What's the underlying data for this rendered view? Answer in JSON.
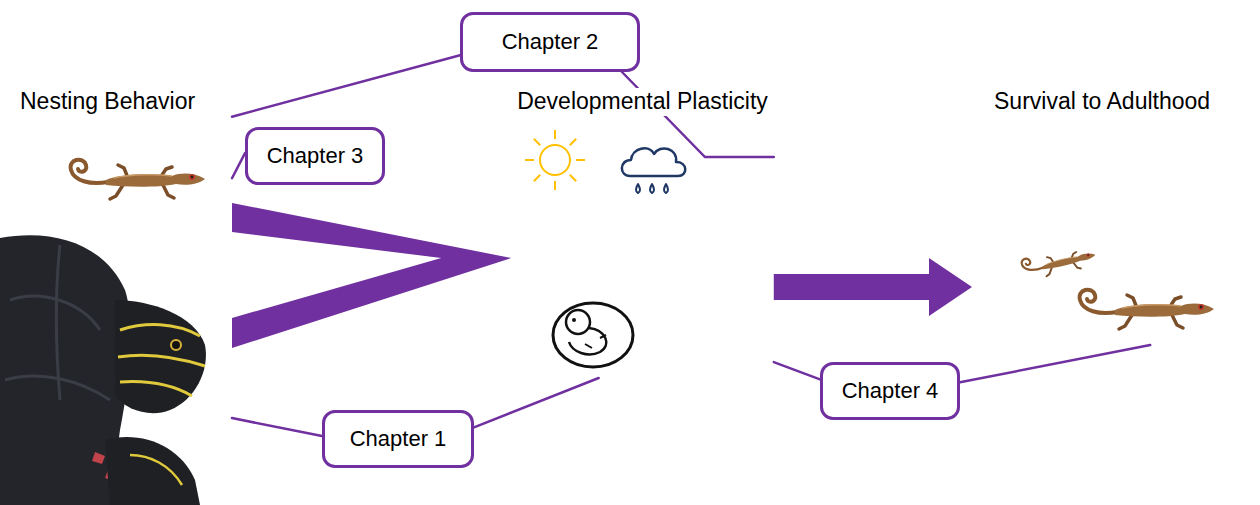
{
  "diagram": {
    "nodes": [
      {
        "text": [
          "Chapter 2"
        ]
      },
      {
        "text": [
          "Nesting Behavior"
        ]
      },
      {
        "text": [
          "Chapter 3"
        ]
      },
      {
        "text": [
          "Developmental Plasticity"
        ]
      },
      {
        "text": [
          "Survival to Adulthood"
        ]
      },
      {
        "text": [
          "Chapter 1"
        ]
      },
      {
        "text": [
          "Chapter 4"
        ]
      }
    ],
    "edges": [
      {
        "from": 1,
        "to": 3,
        "arrow": "to"
      },
      {
        "from": 3,
        "to": 4,
        "arrow": "to"
      },
      {
        "from": 0,
        "to": 1,
        "arrow": "none"
      },
      {
        "from": 0,
        "to": 3,
        "arrow": "none"
      },
      {
        "from": 2,
        "to": 1,
        "arrow": "none"
      },
      {
        "from": 5,
        "to": 1,
        "arrow": "none"
      },
      {
        "from": 5,
        "to": 3,
        "arrow": "none"
      },
      {
        "from": 6,
        "to": 3,
        "arrow": "none"
      },
      {
        "from": 6,
        "to": 4,
        "arrow": "none"
      }
    ]
  }
}
